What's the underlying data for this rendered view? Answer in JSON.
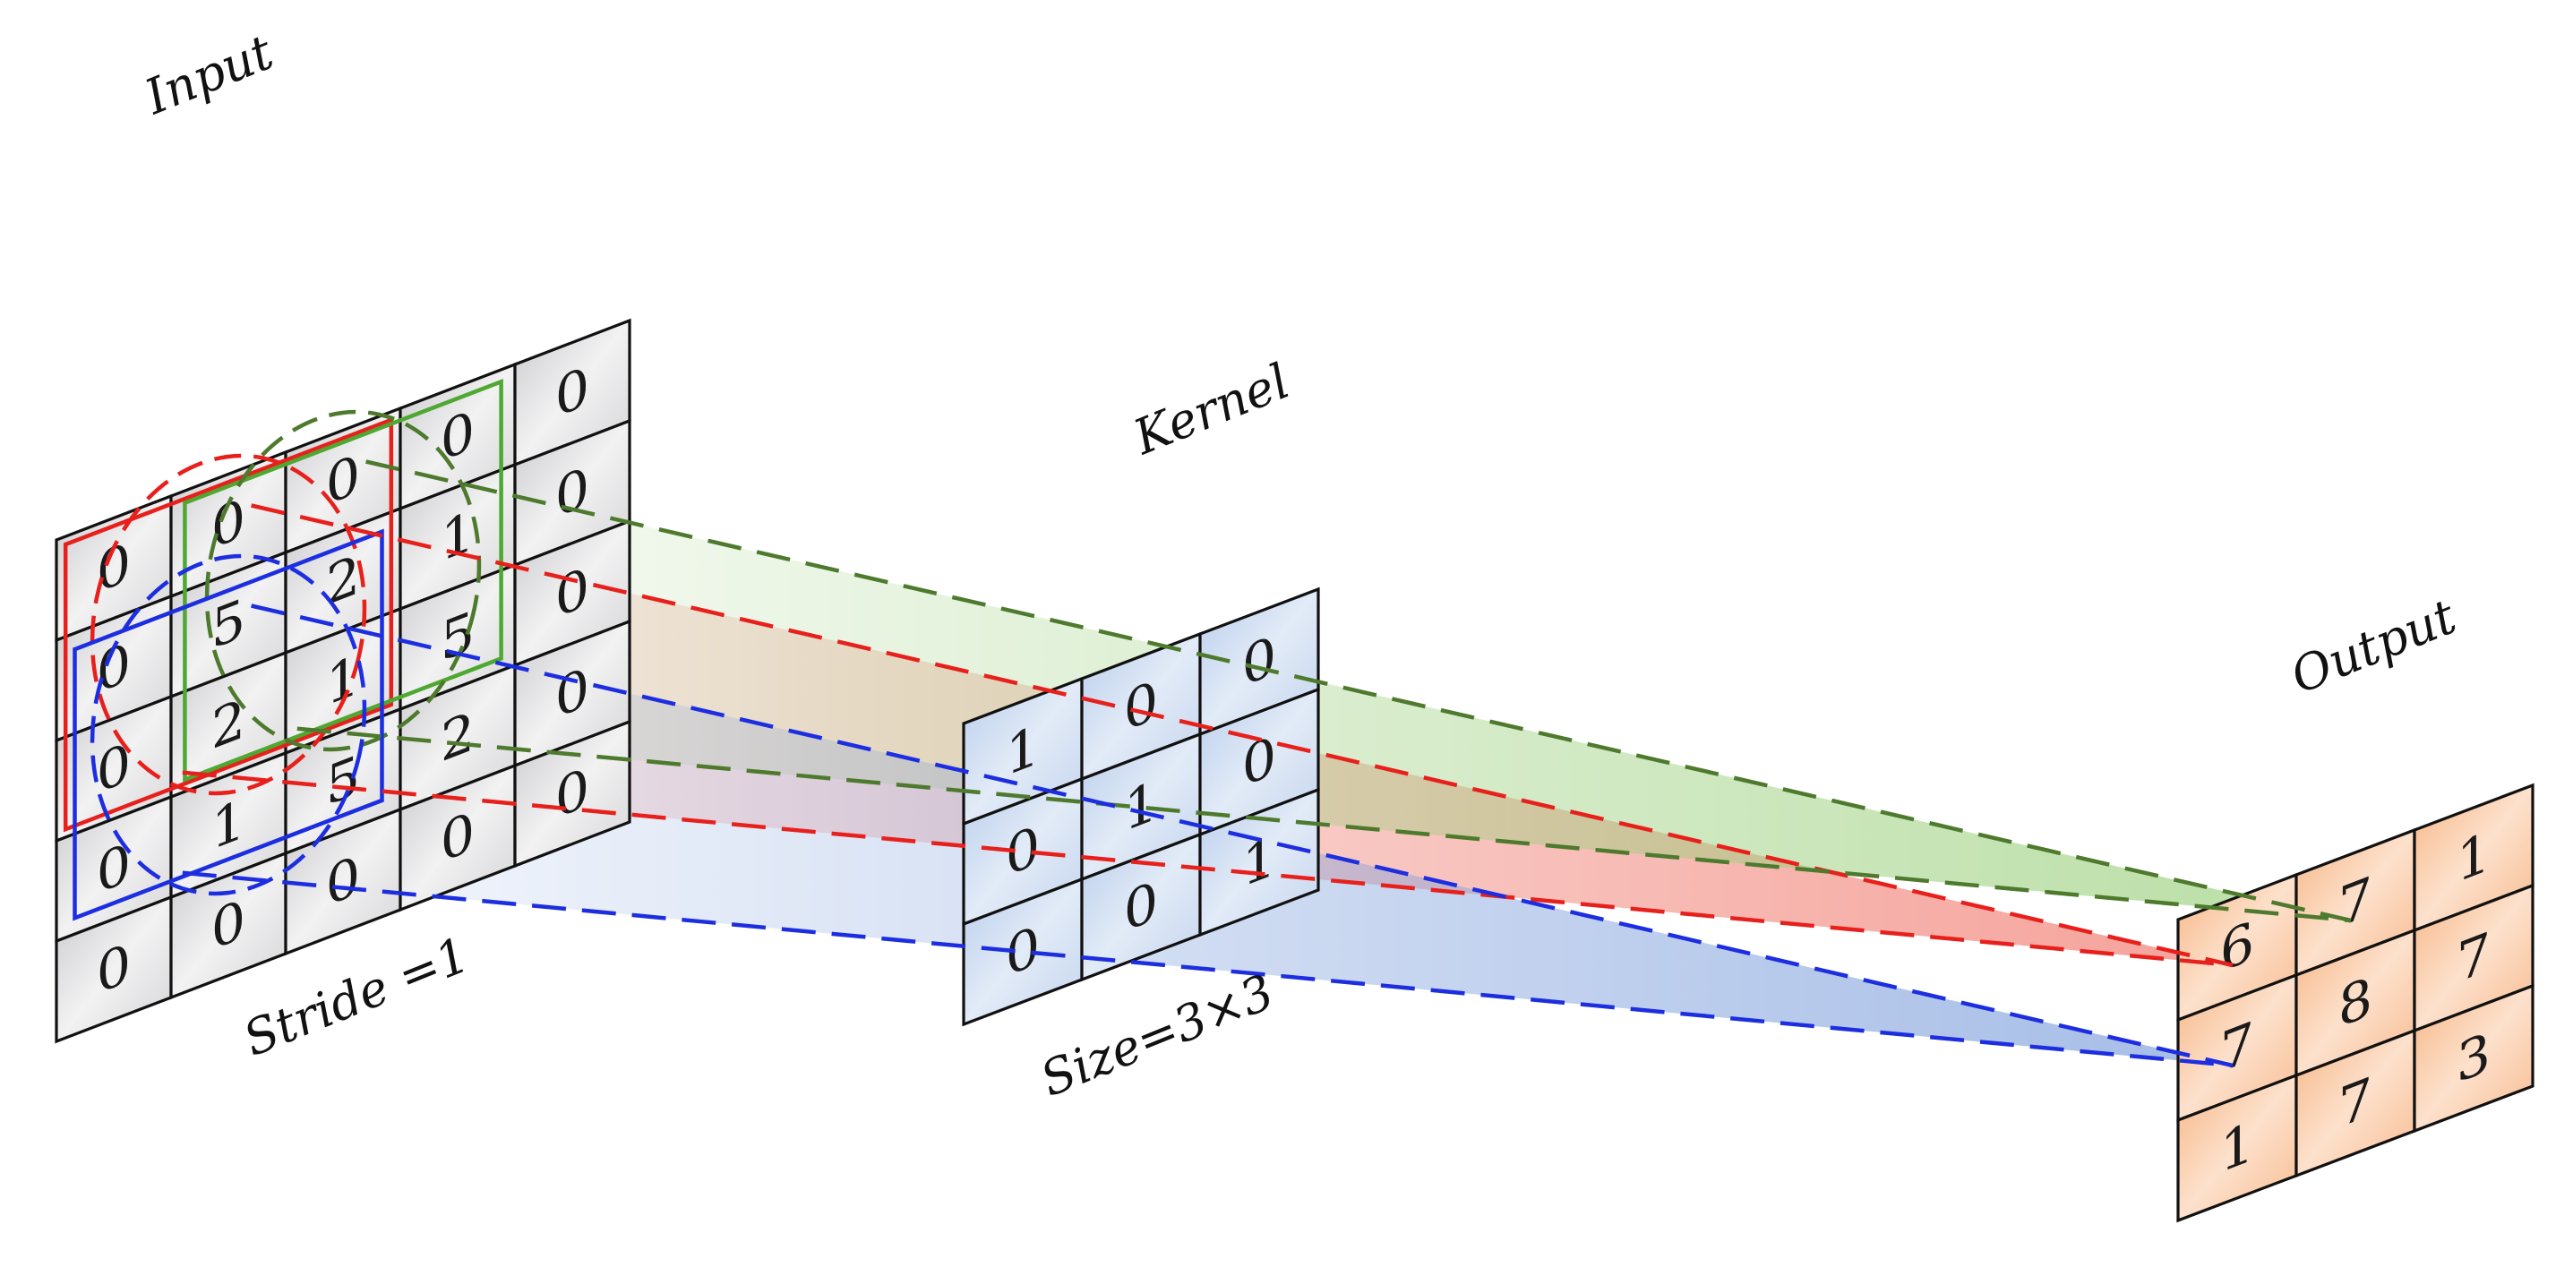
{
  "labels": {
    "input_title": "Input",
    "kernel_title": "Kernel",
    "output_title": "Output",
    "stride_label": "Stride =1",
    "size_label": "Size=3×3"
  },
  "input_grid": {
    "rows": 5,
    "cols": 5,
    "values": [
      [
        "0",
        "0",
        "0",
        "0",
        "0"
      ],
      [
        "0",
        "5",
        "2",
        "1",
        "0"
      ],
      [
        "0",
        "2",
        "1",
        "5",
        "0"
      ],
      [
        "0",
        "1",
        "5",
        "2",
        "0"
      ],
      [
        "0",
        "0",
        "0",
        "0",
        "0"
      ]
    ]
  },
  "kernel_grid": {
    "rows": 3,
    "cols": 3,
    "values": [
      [
        "1",
        "0",
        "0"
      ],
      [
        "0",
        "1",
        "0"
      ],
      [
        "0",
        "0",
        "1"
      ]
    ]
  },
  "output_grid": {
    "rows": 3,
    "cols": 3,
    "values": [
      [
        "6",
        "7",
        "1"
      ],
      [
        "7",
        "8",
        "7"
      ],
      [
        "1",
        "7",
        "3"
      ]
    ]
  },
  "colors": {
    "red": "#e8201c",
    "green": "#4fa832",
    "blue": "#1c2ee0",
    "dark_green": "#4e7a2e",
    "input_fill": "#e9e9ea",
    "kernel_fill": "#c9d8ef",
    "output_fill": "#f8c49e"
  },
  "highlights": [
    {
      "name": "red-window",
      "color": "red",
      "output_cell": [
        0,
        0
      ],
      "input_rows": [
        0,
        2
      ],
      "input_cols": [
        0,
        2
      ]
    },
    {
      "name": "green-window",
      "color": "green",
      "output_cell": [
        0,
        1
      ],
      "input_rows": [
        0,
        2
      ],
      "input_cols": [
        1,
        3
      ]
    },
    {
      "name": "blue-window",
      "color": "blue",
      "output_cell": [
        1,
        0
      ],
      "input_rows": [
        1,
        3
      ],
      "input_cols": [
        0,
        2
      ]
    }
  ]
}
